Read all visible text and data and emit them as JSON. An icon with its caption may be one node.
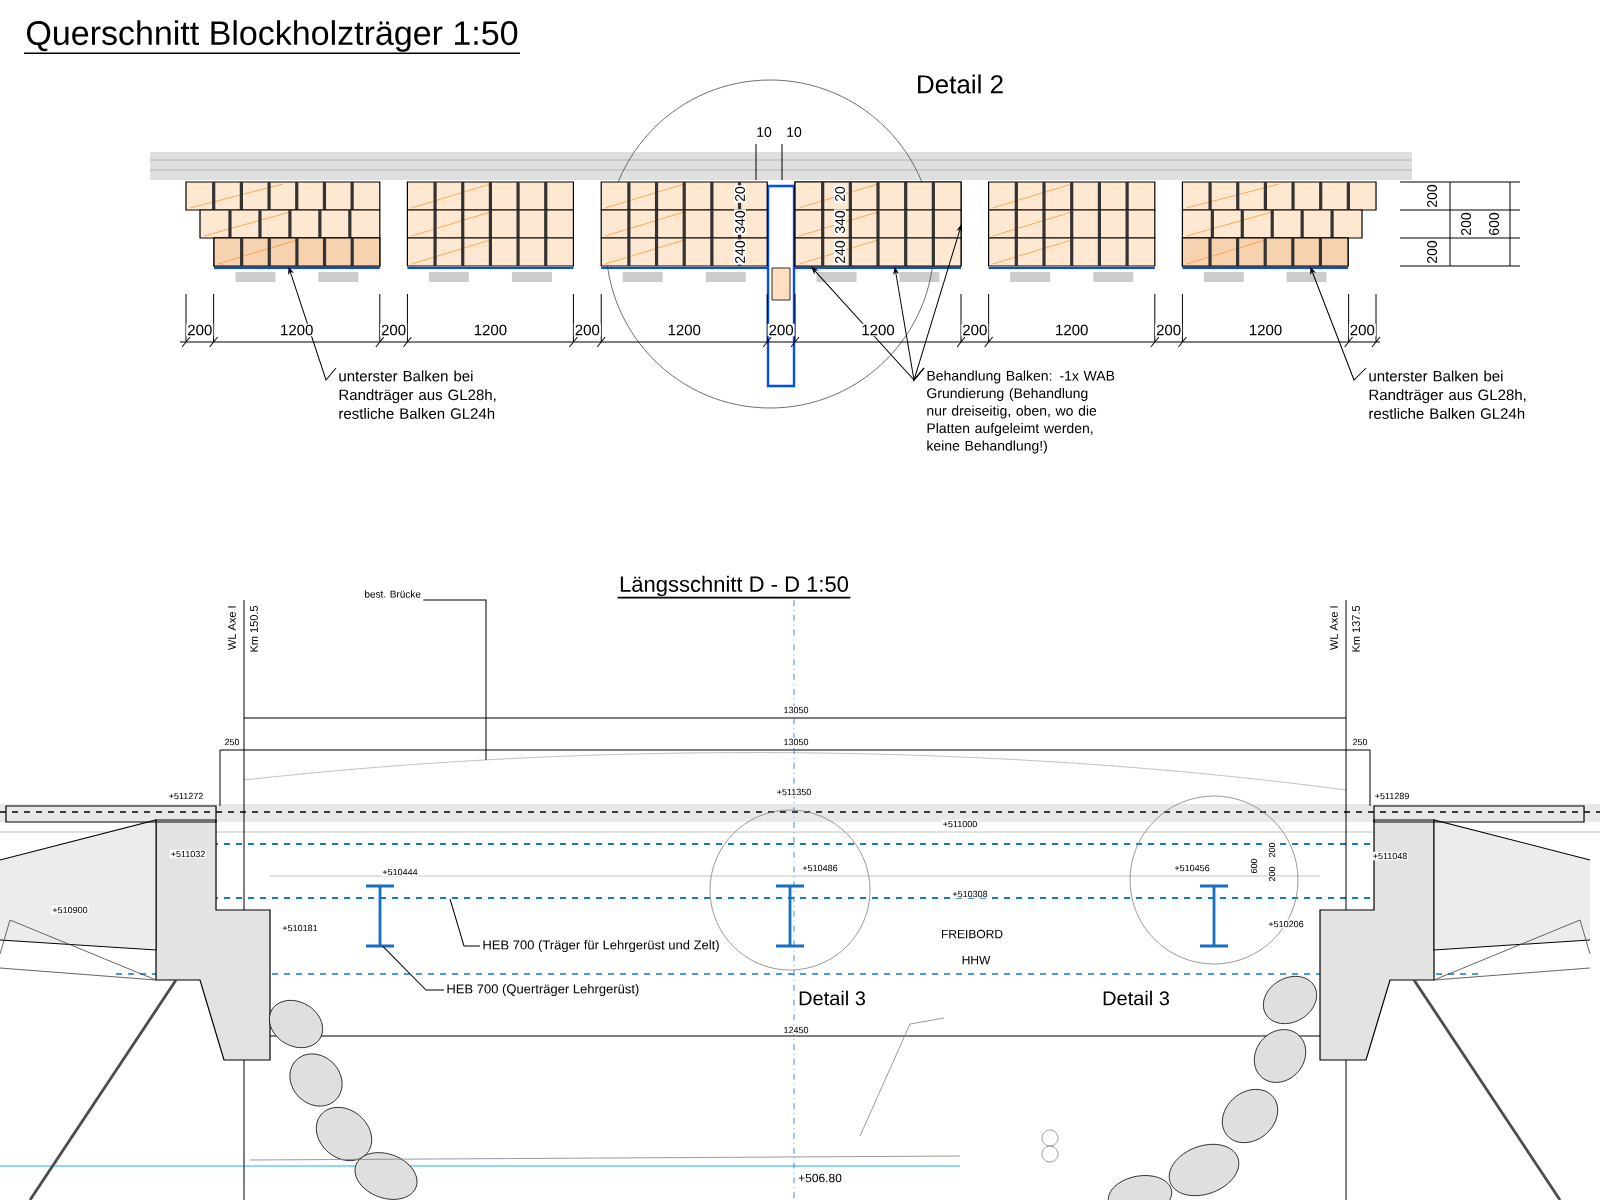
{
  "diagram": {
    "nodes": [
      {
        "text": [
          "unterster Balken bei Randträger aus GL28h, restliche Balken GL24h"
        ]
      },
      {
        "text": [
          "Behandlung Balken: -1x WAB Grundierung (Behandlung nur dreiseitig, oben, wo die Platten aufgeleimt werden, keine Behandlung!)"
        ]
      },
      {
        "text": [
          "unterster Balken bei Randträger aus GL28h, restliche Balken GL24h"
        ]
      },
      {
        "text": [
          "best. Brücke"
        ]
      },
      {
        "text": [
          "HEB 700 (Träger für Lehrgerüst und Zelt)"
        ]
      },
      {
        "text": [
          "HEB 700 (Querträger Lehrgerüst)"
        ]
      },
      {
        "text": [],
        "shape": "box"
      },
      {
        "text": [],
        "shape": "box"
      },
      {
        "text": [],
        "shape": "box"
      },
      {
        "text": [],
        "shape": "bar"
      }
    ],
    "edges": [
      {
        "from": 0,
        "to": 6,
        "arrow": "to"
      },
      {
        "from": 1,
        "to": 7,
        "arrow": "to"
      },
      {
        "from": 1,
        "to": 7,
        "arrow": "to"
      },
      {
        "from": 1,
        "to": 7,
        "arrow": "to"
      },
      {
        "from": 2,
        "to": 8,
        "arrow": "to"
      },
      {
        "from": 3,
        "to": null,
        "arrow": "none"
      },
      {
        "from": 4,
        "to": null,
        "arrow": "none"
      },
      {
        "from": 5,
        "to": 9,
        "arrow": "none"
      }
    ],
    "labels": [
      "Querschnitt Blockholzträger 1:50",
      "Detail 2",
      "10",
      "10",
      "20",
      "340",
      "240",
      "20",
      "340",
      "240",
      "200",
      "200",
      "600",
      "200",
      "200",
      "1200",
      "200",
      "1200",
      "200",
      "1200",
      "200",
      "1200",
      "200",
      "1200",
      "200",
      "1200",
      "200",
      "WL Axe I",
      "Km 150.5",
      "Längsschnitt D - D 1:50",
      "WL Axe I",
      "Km 137.5",
      "13050",
      "250",
      "13050",
      "250",
      "+511272",
      "+511350",
      "+511000",
      "+511289",
      "+511032",
      "+510444",
      "+510486",
      "+510308",
      "+510456",
      "600",
      "200",
      "200",
      "+511048",
      "+510900",
      "+510181",
      "+510206",
      "FREIBORD",
      "HHW",
      "Detail 3",
      "Detail 3",
      "12450",
      "+506.80"
    ]
  }
}
